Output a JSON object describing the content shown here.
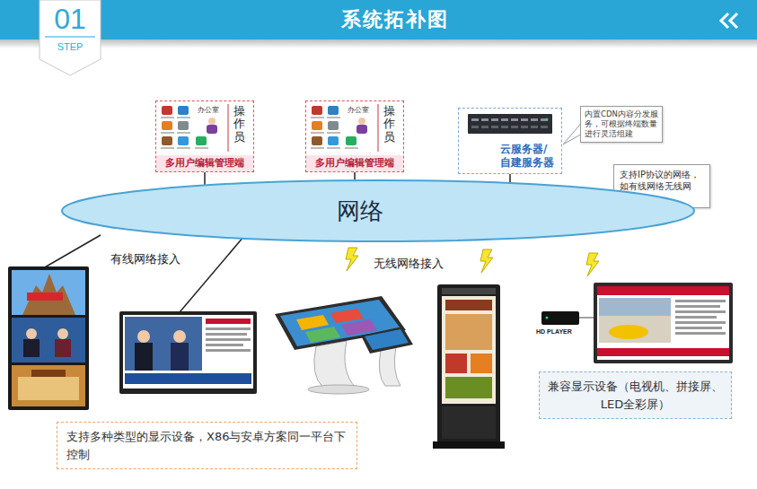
{
  "diagram": {
    "title": "系统拓补图",
    "nodes": [
      {
        "text": [
          "办公室",
          "操作员",
          "多用户编辑管理端"
        ]
      },
      {
        "text": [
          "办公室",
          "操作员",
          "多用户编辑管理端"
        ]
      },
      {
        "text": [
          "云服务器/自建服务器"
        ]
      },
      {
        "text": [
          "内置CDN内容分发服务，可根据终端数量进行灵活组建"
        ]
      },
      {
        "text": [
          "支持IP协议的网络，如有线网络无线网络。"
        ]
      },
      {
        "text": [
          "网络"
        ]
      },
      {
        "text": [
          "支持多种类型的显示设备，X86与安卓方案同一平台下控制"
        ]
      },
      {
        "text": [
          "兼容显示设备（电视机、拼接屏、LED全彩屏）"
        ]
      }
    ],
    "edges": [
      {
        "from": 0,
        "to": 5,
        "arrow": "none"
      },
      {
        "from": 1,
        "to": 5,
        "arrow": "none"
      },
      {
        "from": 2,
        "to": 5,
        "arrow": "none"
      }
    ],
    "labels": [
      "01",
      "STEP",
      "有线网络接入",
      "无线网络接入",
      "HD PLAYER"
    ]
  }
}
